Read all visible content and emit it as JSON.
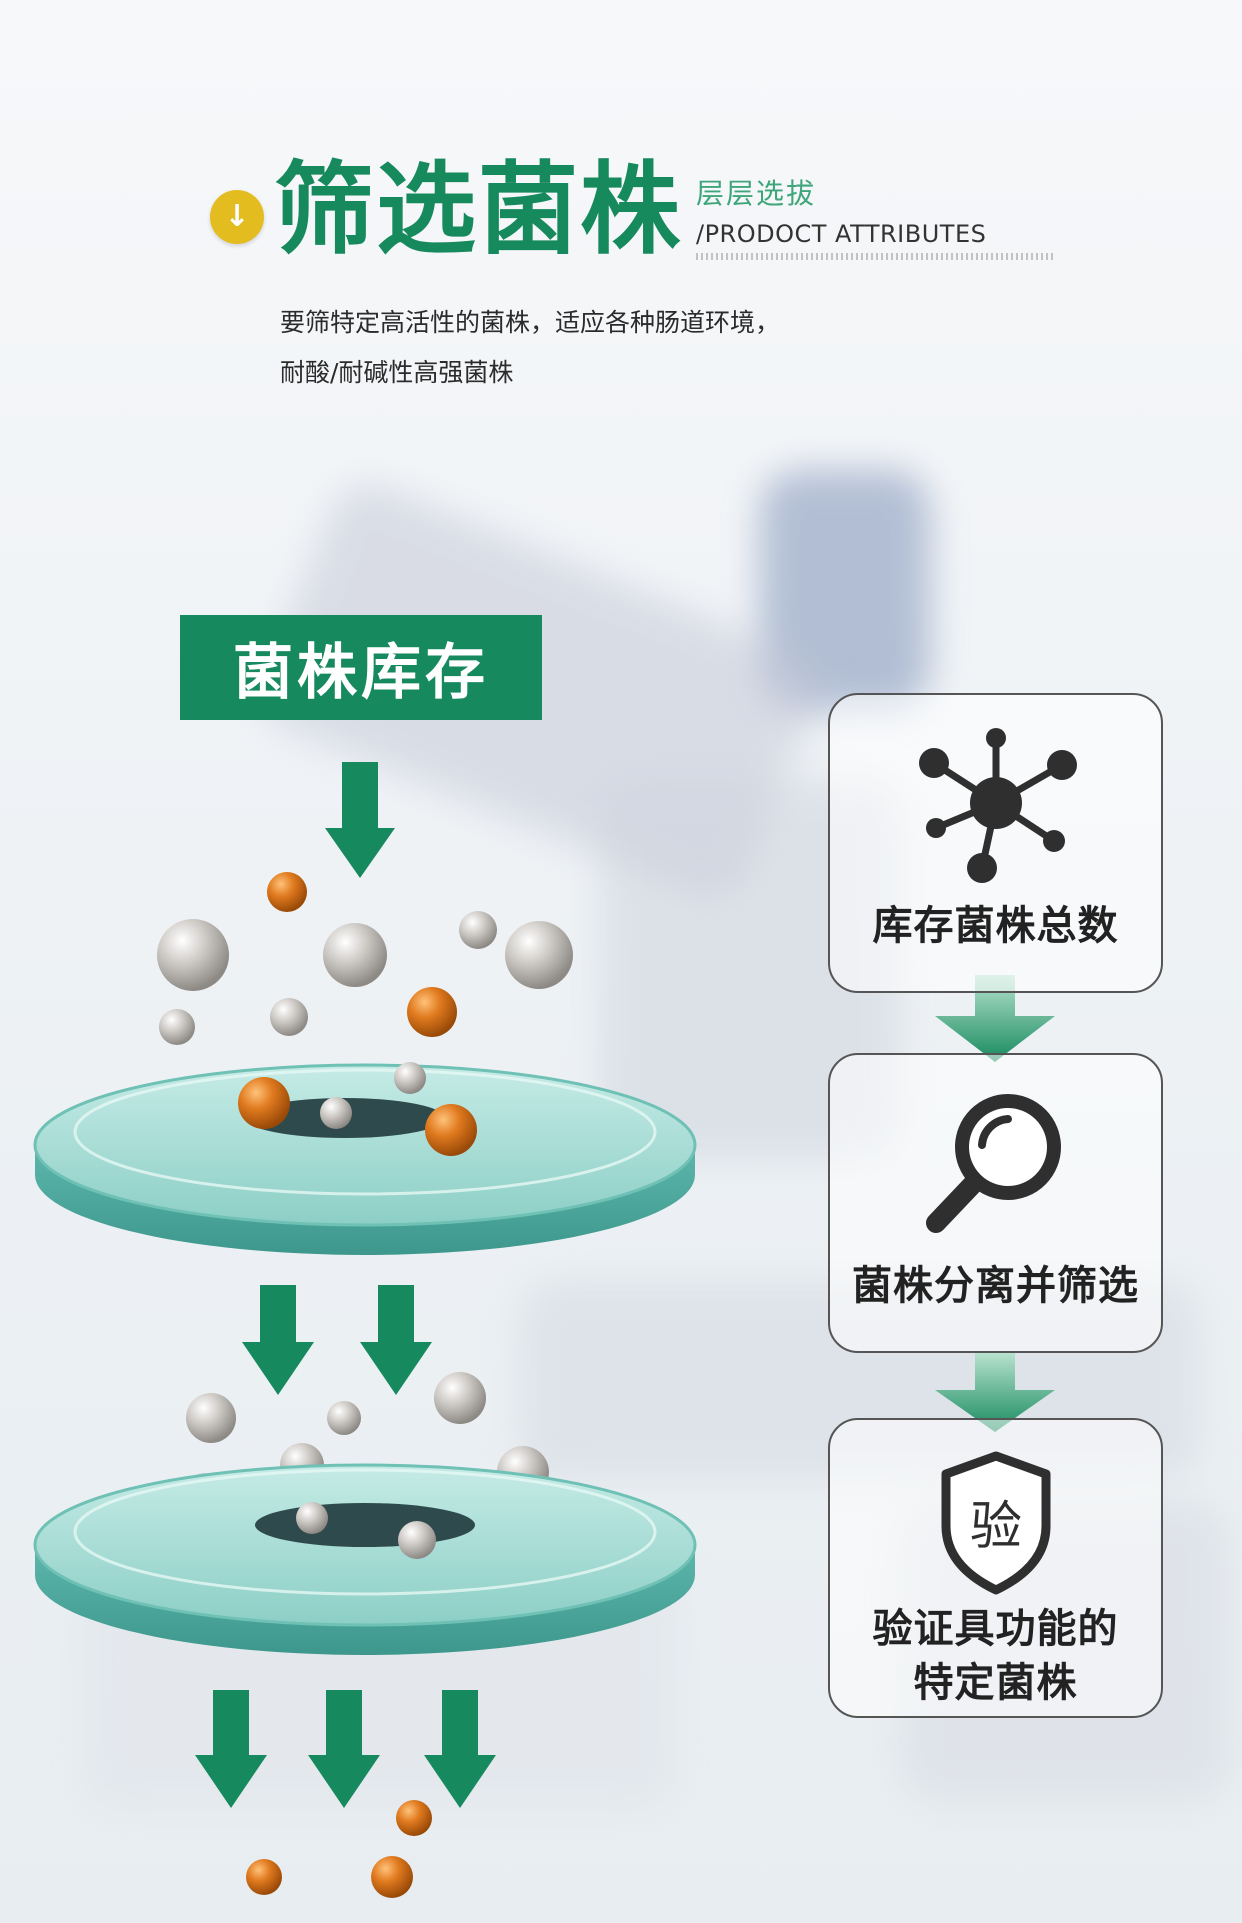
{
  "header": {
    "badge_glyph": "↓",
    "title": "筛选菌株",
    "subtitle_cn": "层层选拔",
    "subtitle_en": "/PRODOCT  ATTRIBUTES"
  },
  "description": {
    "line1": "要筛特定高活性的菌株，适应各种肠道环境，",
    "line2": "耐酸/耐碱性高强菌株"
  },
  "stock_label": "菌株库存",
  "cards": [
    {
      "label": "库存菌株总数",
      "icon": "network-icon"
    },
    {
      "label": "菌株分离并筛选",
      "icon": "magnifier-icon"
    },
    {
      "label": "验证具功能的\n特定菌株",
      "icon": "shield-icon",
      "shield_char": "验"
    }
  ],
  "colors": {
    "green": "#168a5e",
    "green_light": "#3ea67a",
    "badge": "#e3bd1f",
    "dish": "#9fd8d0",
    "orange": "#e07a1f",
    "gray": "#c9c6c2"
  }
}
